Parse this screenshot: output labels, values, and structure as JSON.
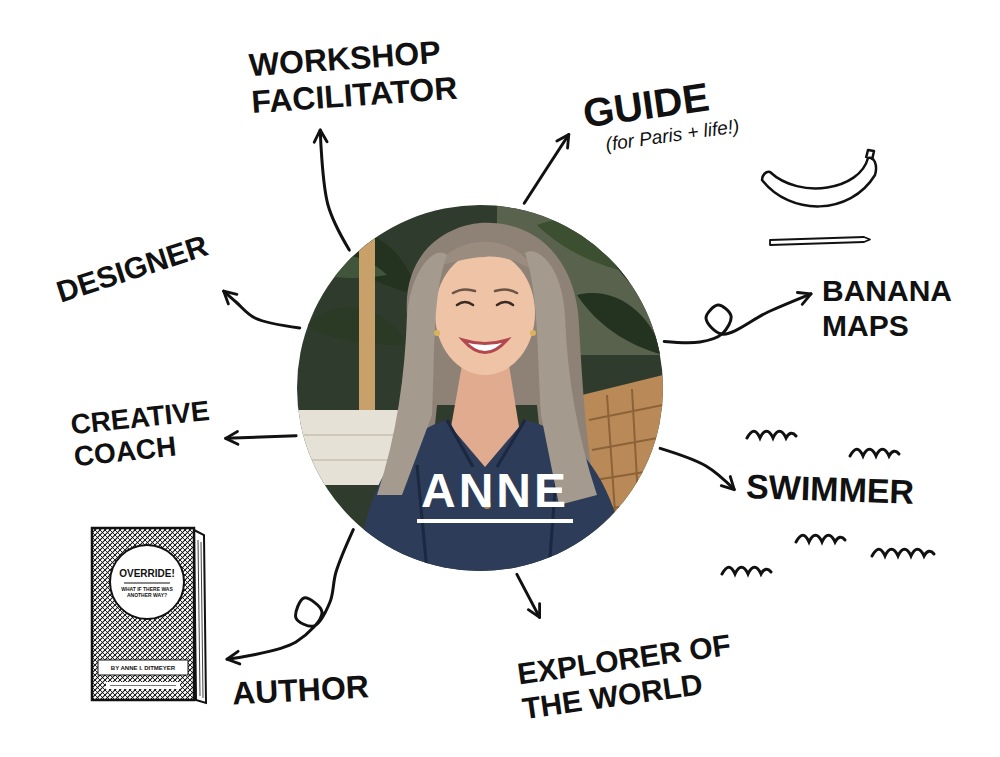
{
  "diagram": {
    "nodes": [
      {
        "text": [
          "ANNE"
        ]
      },
      {
        "text": [
          "WORKSHOP FACILITATOR"
        ]
      },
      {
        "text": [
          "GUIDE",
          "(for Paris + life!)"
        ]
      },
      {
        "text": [
          "DESIGNER"
        ]
      },
      {
        "text": [
          "BANANA MAPS"
        ]
      },
      {
        "text": [
          "CREATIVE COACH"
        ]
      },
      {
        "text": [
          "SWIMMER"
        ]
      },
      {
        "text": [
          "AUTHOR"
        ]
      },
      {
        "text": [
          "EXPLORER OF THE WORLD"
        ]
      }
    ],
    "edges": [
      {
        "from": 0,
        "to": 1,
        "arrow": "to"
      },
      {
        "from": 0,
        "to": 2,
        "arrow": "to"
      },
      {
        "from": 0,
        "to": 3,
        "arrow": "to"
      },
      {
        "from": 0,
        "to": 4,
        "arrow": "to"
      },
      {
        "from": 0,
        "to": 5,
        "arrow": "to"
      },
      {
        "from": 0,
        "to": 6,
        "arrow": "to"
      },
      {
        "from": 0,
        "to": 7,
        "arrow": "to"
      },
      {
        "from": 0,
        "to": 8,
        "arrow": "to"
      }
    ],
    "labels": [
      "OVERRIDE!",
      "WHAT IF THERE WAS ANOTHER WAY?",
      "BY ANNE I. DITMEYER"
    ]
  }
}
